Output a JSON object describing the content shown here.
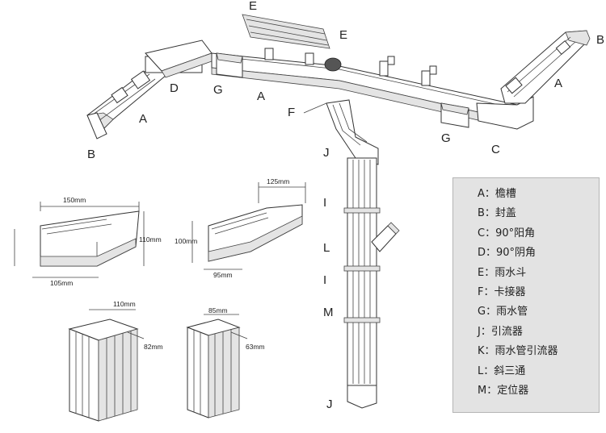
{
  "labels": {
    "A": "A",
    "B": "B",
    "C": "C",
    "D": "D",
    "E": "E",
    "F": "F",
    "G": "G",
    "I": "I",
    "J": "J",
    "L": "L",
    "M": "M"
  },
  "dims": {
    "gutter_large_top": "150mm",
    "gutter_large_height": "110mm",
    "gutter_large_bottom": "105mm",
    "gutter_small_top": "125mm",
    "gutter_small_height": "100mm",
    "gutter_small_bottom": "95mm",
    "pipe_large_width": "110mm",
    "pipe_large_depth": "82mm",
    "pipe_small_width": "85mm",
    "pipe_small_depth": "63mm"
  },
  "legend": [
    "A：檐槽",
    "B：封盖",
    "C：90°阳角",
    "D：90°阴角",
    "E：雨水斗",
    "F：卡接器",
    "G：雨水管",
    "J：引流器",
    "K：雨水管引流器",
    "L：斜三通",
    "M：定位器"
  ]
}
